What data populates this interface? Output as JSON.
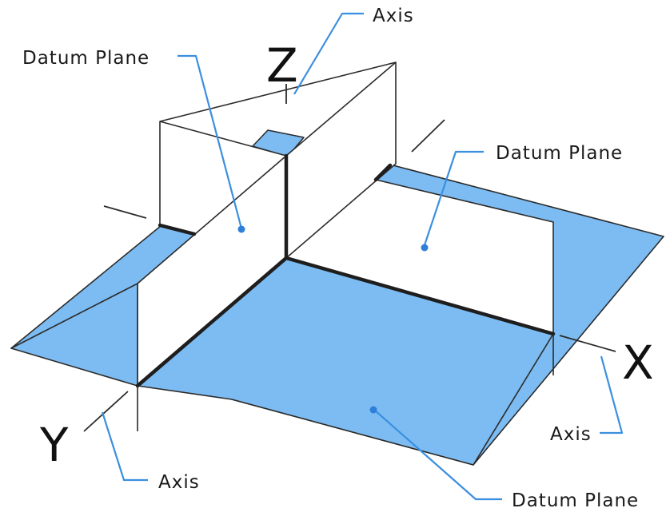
{
  "colors": {
    "plane_fill": "#7dbcf2",
    "wall_fill": "#ffffff",
    "edge": "#2b2b2b",
    "leader": "#3b8fe0"
  },
  "axes": {
    "z": "Z",
    "x": "X",
    "y": "Y"
  },
  "callouts": {
    "axis_top": "Axis",
    "datum_plane_left": "Datum Plane",
    "datum_plane_right": "Datum Plane",
    "axis_right": "Axis",
    "axis_bottom_left": "Axis",
    "datum_plane_bottom": "Datum Plane"
  }
}
